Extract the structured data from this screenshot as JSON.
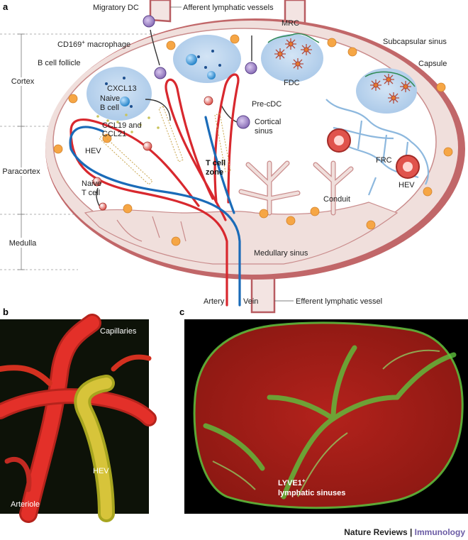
{
  "panels": {
    "a": "a",
    "b": "b",
    "c": "c"
  },
  "panel_a": {
    "afferent": "Afferent lymphatic vessels",
    "migratory_dc": "Migratory DC",
    "mrc": "MRC",
    "cd169": "CD169",
    "cd169_sup": "+",
    "cd169_rest": " macrophage",
    "subcapsular": "Subcapsular sinus",
    "bcell_follicle": "B cell follicle",
    "capsule": "Capsule",
    "fdc": "FDC",
    "cxcl13": "CXCL13",
    "naive_b_1": "Naive",
    "naive_b_2": "B cell",
    "pre_cdc": "Pre-cDC",
    "cortical_1": "Cortical",
    "cortical_2": "sinus",
    "ccl_1": "CCL19 and",
    "ccl_2": "CCL21",
    "hev_left": "HEV",
    "tzone_1": "T cell",
    "tzone_2": "zone",
    "frc": "FRC",
    "hev_right": "HEV",
    "naive_t_1": "Naive",
    "naive_t_2": "T cell",
    "conduit": "Conduit",
    "medullary": "Medullary sinus",
    "artery": "Artery",
    "vein": "Vein",
    "efferent": "Efferent lymphatic vessel",
    "zones": {
      "cortex": "Cortex",
      "paracortex": "Paracortex",
      "medulla": "Medulla"
    }
  },
  "panel_b": {
    "capillaries": "Capillaries",
    "hev": "HEV",
    "arteriole": "Arteriole"
  },
  "panel_c": {
    "line1": "LYVE1",
    "line1_sup": "+",
    "line2": "lymphatic sinuses"
  },
  "footer": {
    "journal": "Nature Reviews",
    "sep": " | ",
    "section": "Immunology"
  },
  "colors": {
    "capsule": "#b85c61",
    "sinus_fill": "#f3e4e2",
    "node_fill": "#ffffff",
    "artery": "#d8282e",
    "vein": "#1a6bb8",
    "follicle": "#b9d3ec",
    "tissue_red": "#c8211d",
    "lymph_green": "#5fc23d"
  }
}
